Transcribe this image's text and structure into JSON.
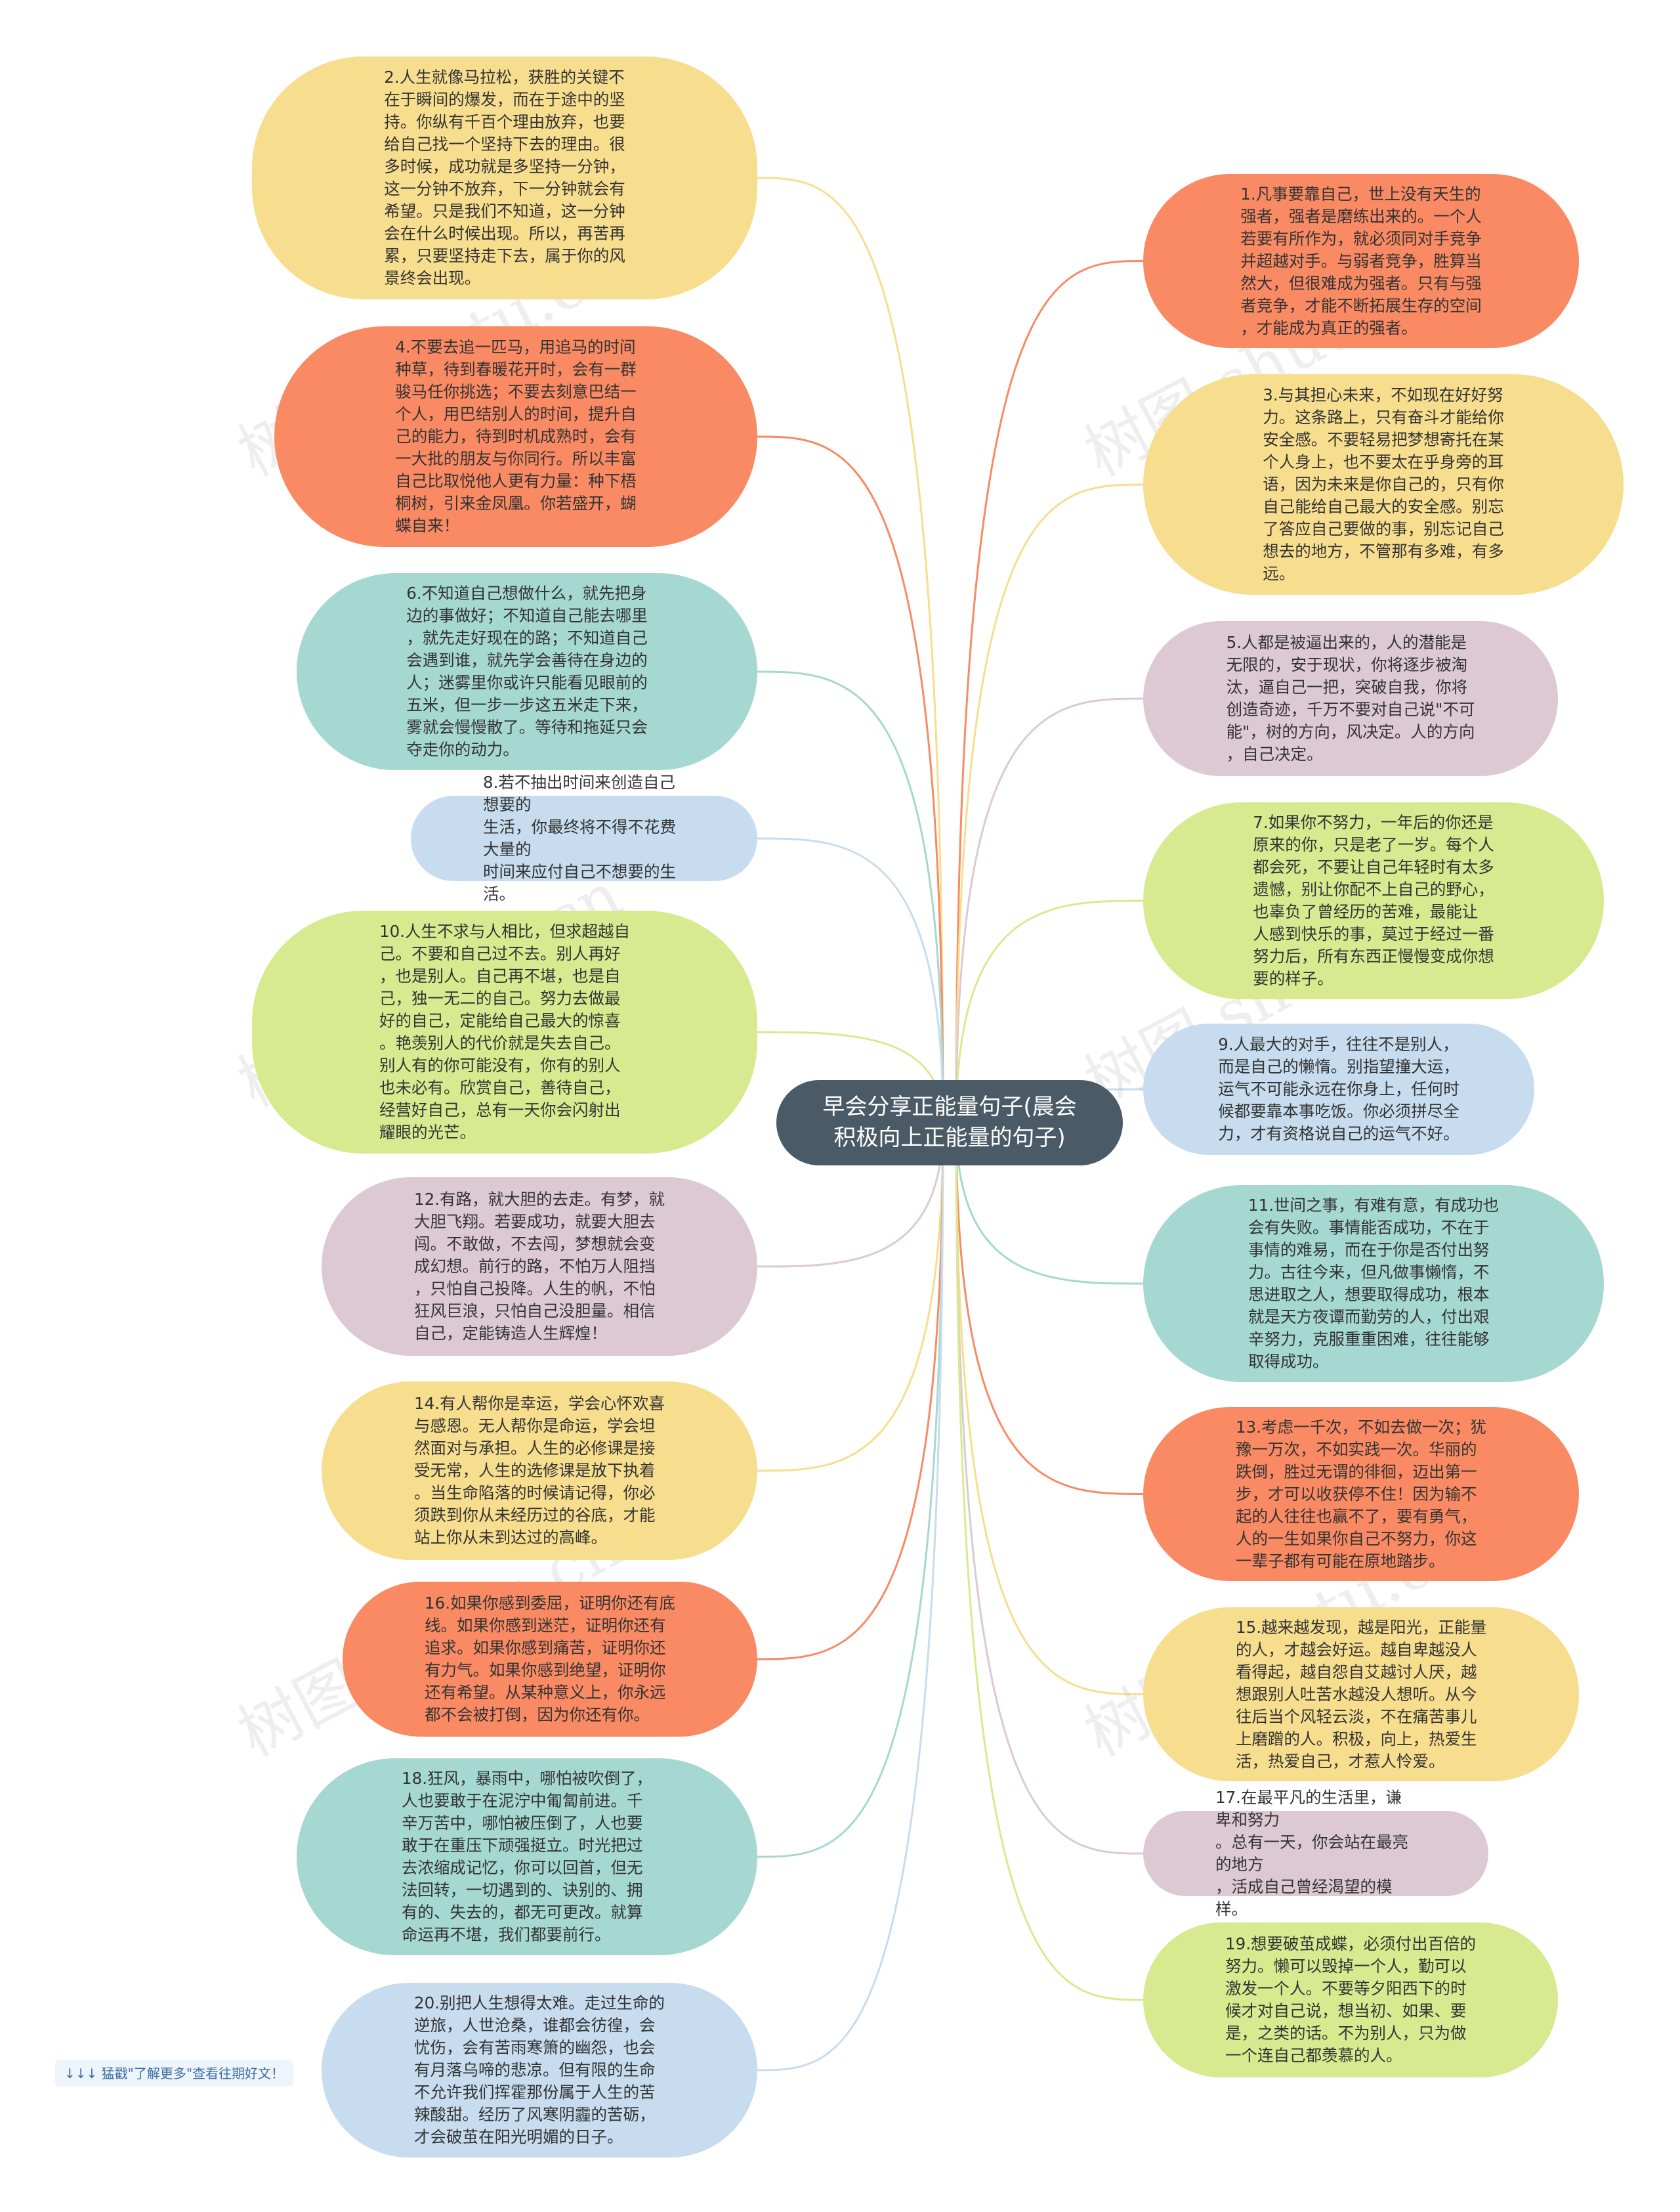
{
  "center": {
    "title": "早会分享正能量句子(晨会\n积极向上正能量的句子)"
  },
  "colors": {
    "yellow": "#f7de8e",
    "orange": "#f98a63",
    "teal": "#a5d8d0",
    "blue": "#c7dcee",
    "green": "#d8ea90",
    "mauve": "#dcc9d3",
    "center": "#4a5a66"
  },
  "left_nodes": [
    {
      "text": "2.人生就像马拉松，获胜的关键不\n在于瞬间的爆发，而在于途中的坚\n持。你纵有千百个理由放弃，也要\n给自己找一个坚持下去的理由。很\n多时候，成功就是多坚持一分钟，\n这一分钟不放弃，下一分钟就会有\n希望。只是我们不知道，这一分钟\n会在什么时候出现。所以，再苦再\n累，只要坚持走下去，属于你的风\n景终会出现。",
      "color": "yellow"
    },
    {
      "text": "4.不要去追一匹马，用追马的时间\n种草，待到春暖花开时，会有一群\n骏马任你挑选；不要去刻意巴结一\n个人，用巴结别人的时间，提升自\n己的能力，待到时机成熟时，会有\n一大批的朋友与你同行。所以丰富\n自己比取悦他人更有力量：种下梧\n桐树，引来金凤凰。你若盛开，蝴\n蝶自来！",
      "color": "orange"
    },
    {
      "text": "6.不知道自己想做什么，就先把身\n边的事做好；不知道自己能去哪里\n，就先走好现在的路；不知道自己\n会遇到谁，就先学会善待在身边的\n人；迷雾里你或许只能看见眼前的\n五米，但一步一步这五米走下来，\n雾就会慢慢散了。等待和拖延只会\n夺走你的动力。",
      "color": "teal"
    },
    {
      "text": "8.若不抽出时间来创造自己想要的\n生活，你最终将不得不花费大量的\n时间来应付自己不想要的生活。",
      "color": "blue"
    },
    {
      "text": "10.人生不求与人相比，但求超越自\n己。不要和自己过不去。别人再好\n，也是别人。自己再不堪，也是自\n己，独一无二的自己。努力去做最\n好的自己，定能给自己最大的惊喜\n。艳羡别人的代价就是失去自己。\n别人有的你可能没有，你有的别人\n也未必有。欣赏自己，善待自己，\n经营好自己，总有一天你会闪射出\n耀眼的光芒。",
      "color": "green"
    },
    {
      "text": "12.有路，就大胆的去走。有梦，就\n大胆飞翔。若要成功，就要大胆去\n闯。不敢做，不去闯，梦想就会变\n成幻想。前行的路，不怕万人阻挡\n，只怕自己投降。人生的帆，不怕\n狂风巨浪，只怕自己没胆量。相信\n自己，定能铸造人生辉煌！",
      "color": "mauve"
    },
    {
      "text": "14.有人帮你是幸运，学会心怀欢喜\n与感恩。无人帮你是命运，学会坦\n然面对与承担。人生的必修课是接\n受无常，人生的选修课是放下执着\n。当生命陷落的时候请记得，你必\n须跌到你从未经历过的谷底，才能\n站上你从未到达过的高峰。",
      "color": "yellow"
    },
    {
      "text": "16.如果你感到委屈，证明你还有底\n线。如果你感到迷茫，证明你还有\n追求。如果你感到痛苦，证明你还\n有力气。如果你感到绝望，证明你\n还有希望。从某种意义上，你永远\n都不会被打倒，因为你还有你。",
      "color": "orange"
    },
    {
      "text": "18.狂风，暴雨中，哪怕被吹倒了，\n人也要敢于在泥泞中匍匐前进。千\n辛万苦中，哪怕被压倒了，人也要\n敢于在重压下顽强挺立。时光把过\n去浓缩成记忆，你可以回首，但无\n法回转，一切遇到的、诀别的、拥\n有的、失去的，都无可更改。就算\n命运再不堪，我们都要前行。",
      "color": "teal"
    },
    {
      "text": "20.别把人生想得太难。走过生命的\n逆旅，人世沧桑，谁都会彷徨，会\n忧伤，会有苦雨寒箫的幽怨，也会\n有月落乌啼的悲凉。但有限的生命\n不允许我们挥霍那份属于人生的苦\n辣酸甜。经历了风寒阴霾的苦砺，\n才会破茧在阳光明媚的日子。",
      "color": "blue"
    }
  ],
  "right_nodes": [
    {
      "text": "1.凡事要靠自己，世上没有天生的\n强者，强者是磨练出来的。一个人\n若要有所作为，就必须同对手竞争\n并超越对手。与弱者竞争，胜算当\n然大，但很难成为强者。只有与强\n者竞争，才能不断拓展生存的空间\n，才能成为真正的强者。",
      "color": "orange"
    },
    {
      "text": "3.与其担心未来，不如现在好好努\n力。这条路上，只有奋斗才能给你\n安全感。不要轻易把梦想寄托在某\n个人身上，也不要太在乎身旁的耳\n语，因为未来是你自己的，只有你\n自己能给自己最大的安全感。别忘\n了答应自己要做的事，别忘记自己\n想去的地方，不管那有多难，有多\n远。",
      "color": "yellow"
    },
    {
      "text": "5.人都是被逼出来的，人的潜能是\n无限的，安于现状，你将逐步被淘\n汰，逼自己一把，突破自我，你将\n创造奇迹，千万不要对自己说\"不可\n能\"，树的方向，风决定。人的方向\n，自己决定。",
      "color": "mauve"
    },
    {
      "text": "7.如果你不努力，一年后的你还是\n原来的你，只是老了一岁。每个人\n都会死，不要让自己年轻时有太多\n遗憾，别让你配不上自己的野心，\n也辜负了曾经历的苦难，最能让\n人感到快乐的事，莫过于经过一番\n努力后，所有东西正慢慢变成你想\n要的样子。",
      "color": "green"
    },
    {
      "text": "9.人最大的对手，往往不是别人，\n而是自己的懒惰。别指望撞大运，\n运气不可能永远在你身上，任何时\n候都要靠本事吃饭。你必须拼尽全\n力，才有资格说自己的运气不好。",
      "color": "blue"
    },
    {
      "text": "11.世间之事，有难有意，有成功也\n会有失败。事情能否成功，不在于\n事情的难易，而在于你是否付出努\n力。古往今来，但凡做事懒惰，不\n思进取之人，想要取得成功，根本\n就是天方夜谭而勤劳的人，付出艰\n辛努力，克服重重困难，往往能够\n取得成功。",
      "color": "teal"
    },
    {
      "text": "13.考虑一千次，不如去做一次；犹\n豫一万次，不如实践一次。华丽的\n跌倒，胜过无谓的徘徊，迈出第一\n步，才可以收获停不住！因为输不\n起的人往往也赢不了，要有勇气，\n人的一生如果你自己不努力，你这\n一辈子都有可能在原地踏步。",
      "color": "orange"
    },
    {
      "text": "15.越来越发现，越是阳光，正能量\n的人，才越会好运。越自卑越没人\n看得起，越自怨自艾越讨人厌，越\n想跟别人吐苦水越没人想听。从今\n往后当个风轻云淡，不在痛苦事儿\n上磨蹭的人。积极，向上，热爱生\n活，热爱自己，才惹人怜爱。",
      "color": "yellow"
    },
    {
      "text": "17.在最平凡的生活里，谦卑和努力\n。总有一天，你会站在最亮的地方\n，活成自己曾经渴望的模样。",
      "color": "mauve"
    },
    {
      "text": "19.想要破茧成蝶，必须付出百倍的\n努力。懒可以毁掉一个人，勤可以\n激发一个人。不要等夕阳西下的时\n候才对自己说，想当初、如果、要\n是，之类的话。不为别人，只为做\n一个连自己都羡慕的人。",
      "color": "green"
    }
  ],
  "footer_note": "↓↓↓ 猛戳\"了解更多\"查看往期好文！",
  "watermark": "树图 shutu.cn"
}
